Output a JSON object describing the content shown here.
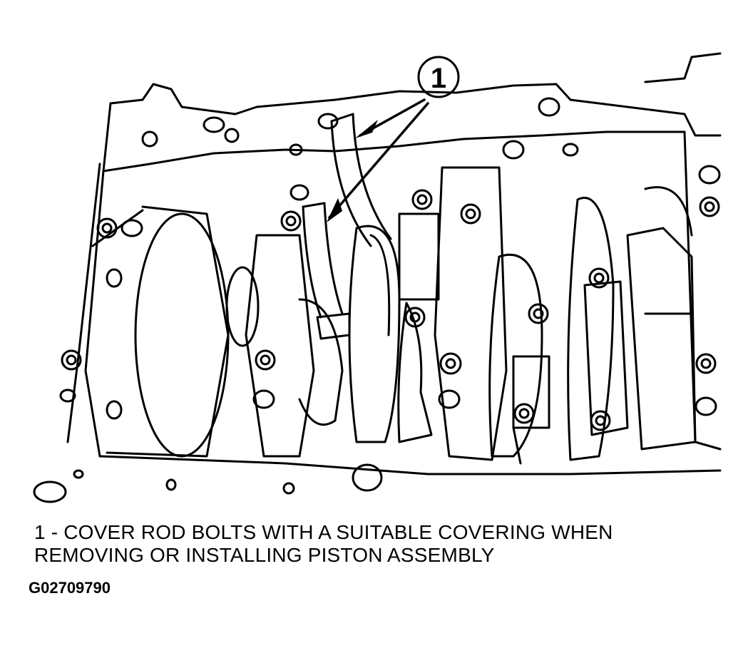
{
  "callout": {
    "number": "1"
  },
  "caption": {
    "line1": "1 - COVER ROD BOLTS WITH A SUITABLE COVERING WHEN",
    "line2": "REMOVING OR INSTALLING PISTON ASSEMBLY"
  },
  "figure_id": "G02709790",
  "colors": {
    "ink": "#000000",
    "paper": "#ffffff"
  }
}
